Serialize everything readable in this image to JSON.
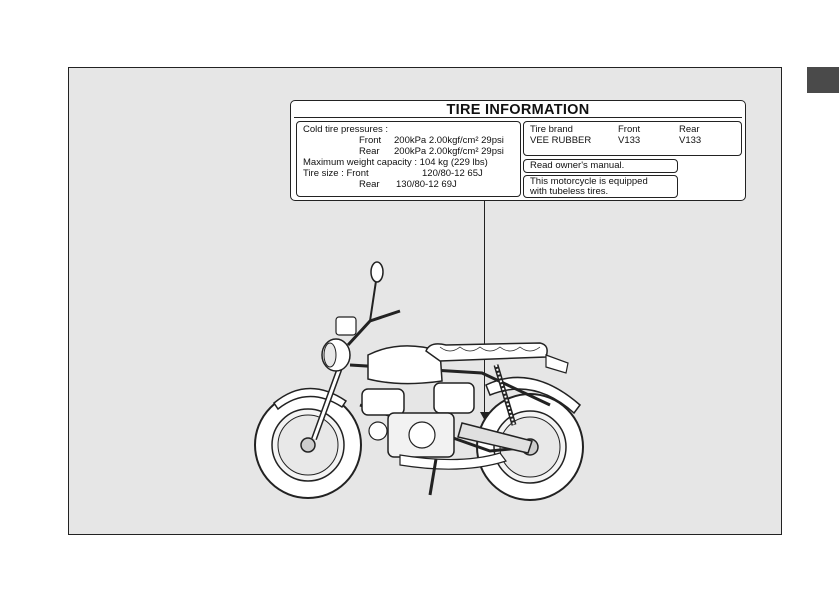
{
  "label": {
    "title": "TIRE INFORMATION",
    "cold_pressures_heading": "Cold tire pressures :",
    "front_pressure_label": "Front",
    "front_pressure_value": "200kPa 2.00kgf/cm² 29psi",
    "rear_pressure_label": "Rear",
    "rear_pressure_value": "200kPa 2.00kgf/cm² 29psi",
    "max_weight": "Maximum weight capacity : 104 kg (229 lbs)",
    "tire_size_heading": "Tire size : Front",
    "front_size": "120/80-12 65J",
    "rear_size_label": "Rear",
    "rear_size": "130/80-12 69J",
    "brand_heading": "Tire brand",
    "brand_front_heading": "Front",
    "brand_rear_heading": "Rear",
    "brand_name": "VEE RUBBER",
    "brand_front_model": "V133",
    "brand_rear_model": "V133",
    "manual_note": "Read owner's manual.",
    "tubeless_line1": "This motorcycle is equipped",
    "tubeless_line2": "with tubeless tires."
  }
}
